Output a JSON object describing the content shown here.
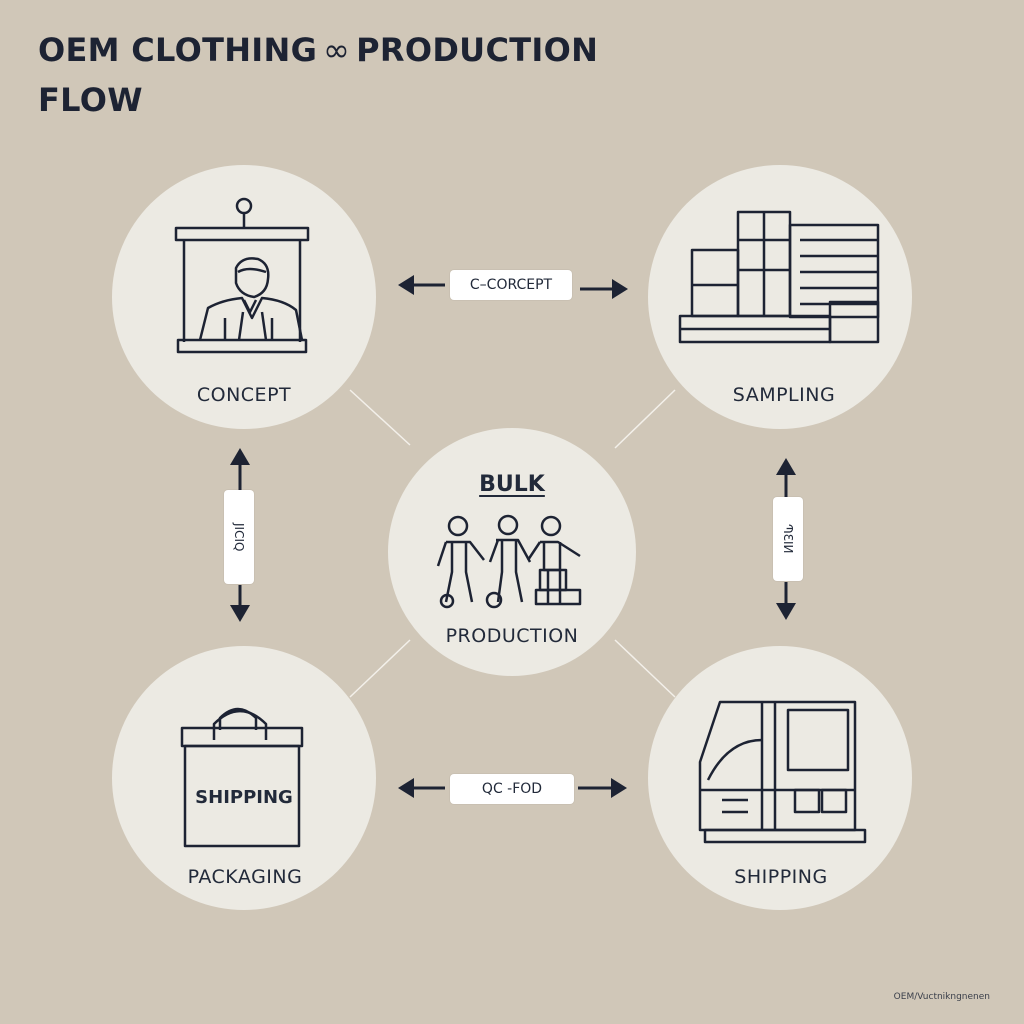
{
  "title": {
    "line1_start": "OEM CLOTHING",
    "glyph": "∞",
    "line1_end": "PRODUCTION",
    "line2": "FLOW"
  },
  "nodes": {
    "concept": {
      "label": "CONCEPT",
      "icon": "presentation-icon"
    },
    "sampling": {
      "label": "SAMPLING",
      "icon": "factory-icon"
    },
    "bulk": {
      "top_label": "BULK",
      "label": "PRODUCTION",
      "icon": "workers-icon"
    },
    "packaging": {
      "label": "PACKAGING",
      "inner_label": "SHIPPING",
      "icon": "shopping-bag-icon"
    },
    "shipping": {
      "label": "SHIPPING",
      "icon": "truck-icon"
    }
  },
  "connectors": {
    "top": "C–CORCEPT",
    "bottom": "QC -FOD",
    "left": "JICIQ",
    "right": "ՊƐIИ"
  },
  "credit": "OEM/Vuctnikngnenen",
  "colors": {
    "background": "#d0c7b8",
    "circle": "#eceae3",
    "ink": "#1d2333"
  }
}
